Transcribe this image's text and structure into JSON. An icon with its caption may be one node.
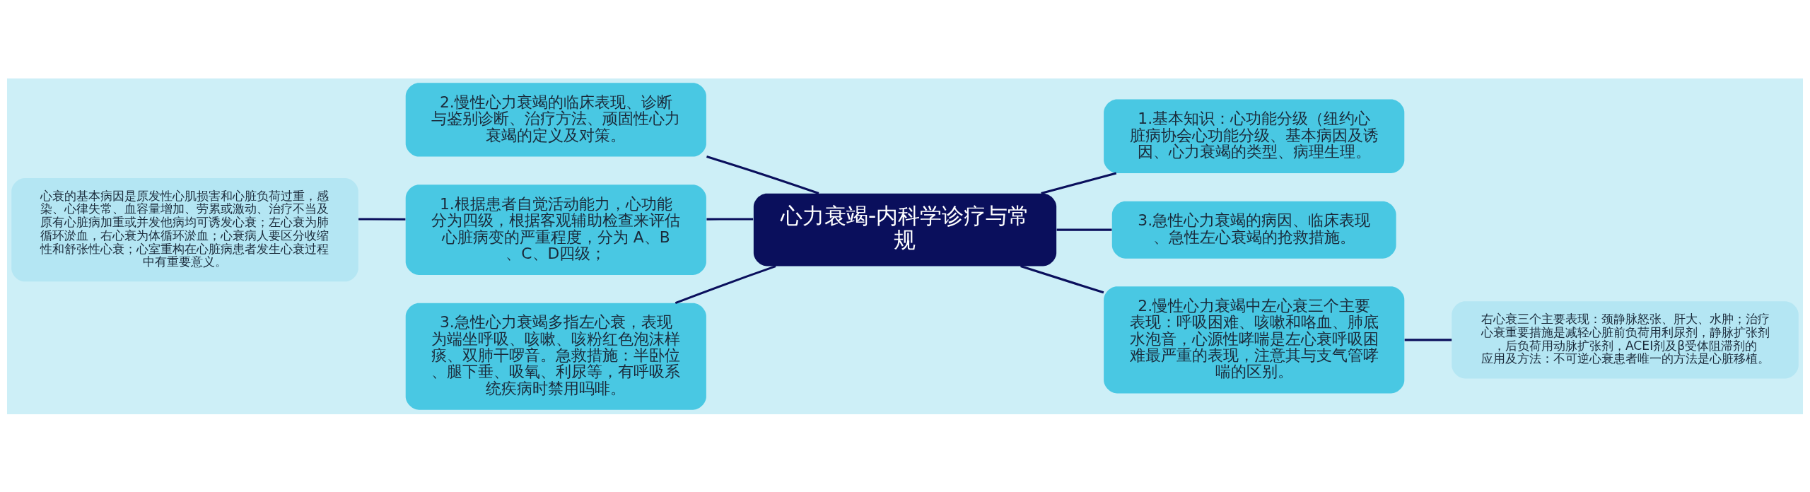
{
  "diagram": {
    "nodes": [
      {
        "text": [
          "心力衰竭-内科学诊疗与常规"
        ]
      },
      {
        "text": [
          "1.基本知识：心功能分级（纽约心脏病协会心功能分级、基本病因及诱因、心力衰竭的类型、病理生理。"
        ]
      },
      {
        "text": [
          "3.急性心力衰竭的病因、临床表现、急性左心衰竭的抢救措施。"
        ]
      },
      {
        "text": [
          "2.慢性心力衰竭中左心衰三个主要表现：呼吸困难、咳嗽和咯血、肺底水泡音，心源性哮喘是左心衰呼吸困难最严重的表现，注意其与支气管哮喘的区别。"
        ]
      },
      {
        "text": [
          "右心衰三个主要表现：颈静脉怒张、肝大、水肿；治疗心衰重要措施是减轻心脏前负荷用利尿剂，静脉扩张剂，后负荷用动脉扩张剂，ACEI剂及β受体阻滞剂的应用及方法：不可逆心衰患者唯一的方法是心脏移植。"
        ]
      },
      {
        "text": [
          "2.慢性心力衰竭的临床表现、诊断与鉴别诊断、治疗方法、顽固性心力衰竭的定义及对策。"
        ]
      },
      {
        "text": [
          "1.根据患者自觉活动能力，心功能分为四级，根据客观辅助检查来评估心脏病变的严重程度，分为 A、B、C、D四级；"
        ]
      },
      {
        "text": [
          "心衰的基本病因是原发性心肌损害和心脏负荷过重，感染、心律失常、血容量增加、劳累或激动、治疗不当及原有心脏病加重或并发他病均可诱发心衰；左心衰为肺循环淤血，右心衰为体循环淤血；心衰病人要区分收缩性和舒张性心衰；心室重构在心脏病患者发生心衰过程中有重要意义。"
        ]
      },
      {
        "text": [
          "3.急性心力衰竭多指左心衰，表现为端坐呼吸、咳嗽、咳粉红色泡沫样痰、双肺干啰音。急救措施：半卧位、腿下垂、吸氧、利尿等，有呼吸系统疾病时禁用吗啡。"
        ]
      }
    ],
    "edges": [
      {
        "from": 0,
        "to": 1,
        "arrow": "none"
      },
      {
        "from": 0,
        "to": 2,
        "arrow": "none"
      },
      {
        "from": 0,
        "to": 3,
        "arrow": "none"
      },
      {
        "from": 3,
        "to": 4,
        "arrow": "none"
      },
      {
        "from": 0,
        "to": 5,
        "arrow": "none"
      },
      {
        "from": 0,
        "to": 6,
        "arrow": "none"
      },
      {
        "from": 6,
        "to": 7,
        "arrow": "none"
      },
      {
        "from": 0,
        "to": 8,
        "arrow": "none"
      }
    ]
  }
}
